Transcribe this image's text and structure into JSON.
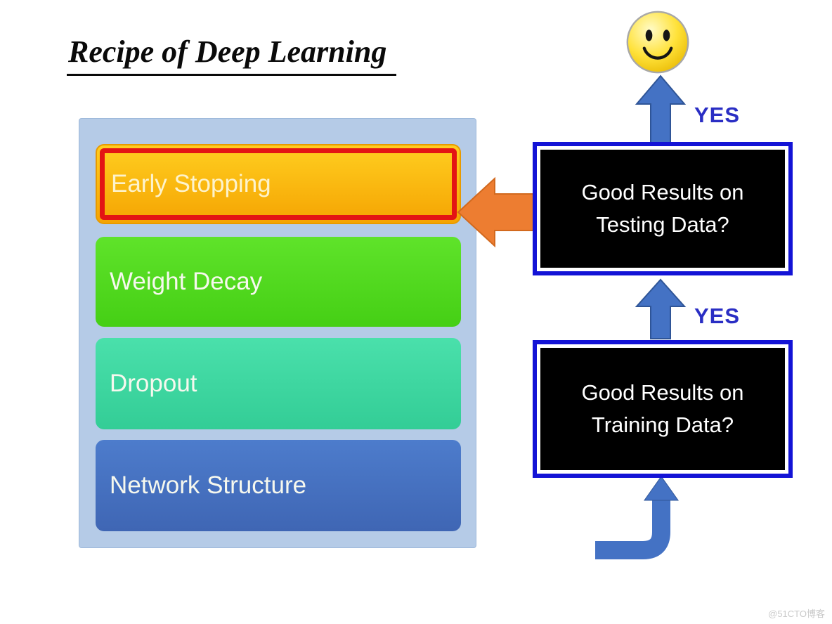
{
  "title": "Recipe of Deep Learning",
  "panel": {
    "background": "#b5cbe7",
    "items": [
      {
        "label": "Early Stopping",
        "color": "#f9b500",
        "highlighted": true,
        "highlight_color": "#e31414"
      },
      {
        "label": "Weight Decay",
        "color": "#52d81f",
        "highlighted": false
      },
      {
        "label": "Dropout",
        "color": "#3ed7a0",
        "highlighted": false
      },
      {
        "label": "Network Structure",
        "color": "#4672c2",
        "highlighted": false
      }
    ]
  },
  "flowchart": {
    "testing_box": {
      "line1": "Good Results on",
      "line2": "Testing Data?"
    },
    "training_box": {
      "line1": "Good Results on",
      "line2": "Training Data?"
    },
    "yes_to_smiley": "YES",
    "yes_to_testing": "YES",
    "box_fill": "#000000",
    "box_border_color": "#1313d6",
    "arrow_color": "#4472c4",
    "orange_arrow_color": "#ed7d31",
    "yes_color": "#2a2ec4"
  },
  "icons": {
    "smiley": "smiley-face-icon",
    "smiley_color": "#ffd700"
  },
  "watermark": "@51CTO博客"
}
